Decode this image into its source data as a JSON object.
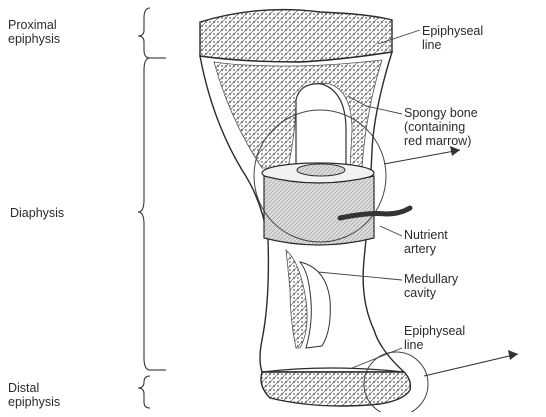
{
  "diagram": {
    "left_labels": {
      "proximal_epiphysis": [
        "Proximal",
        "epiphysis"
      ],
      "diaphysis": "Diaphysis",
      "distal_epiphysis": [
        "Distal",
        "epiphysis"
      ]
    },
    "right_labels": {
      "epiphyseal_line_top": [
        "Epiphyseal",
        "line"
      ],
      "spongy_bone": [
        "Spongy bone",
        "(containing",
        "red marrow)"
      ],
      "nutrient_artery": [
        "Nutrient",
        "artery"
      ],
      "medullary_cavity": [
        "Medullary",
        "cavity"
      ],
      "epiphyseal_line_bottom": [
        "Epiphyseal",
        "line"
      ]
    }
  },
  "colors": {
    "ink": "#2b2b2b",
    "bone_fill": "#ffffff",
    "cortex_shade": "#d6d6d6",
    "spongy_shade": "#cfcfcf",
    "cavity_shade": "#e4e4e4",
    "artery": "#333333"
  }
}
